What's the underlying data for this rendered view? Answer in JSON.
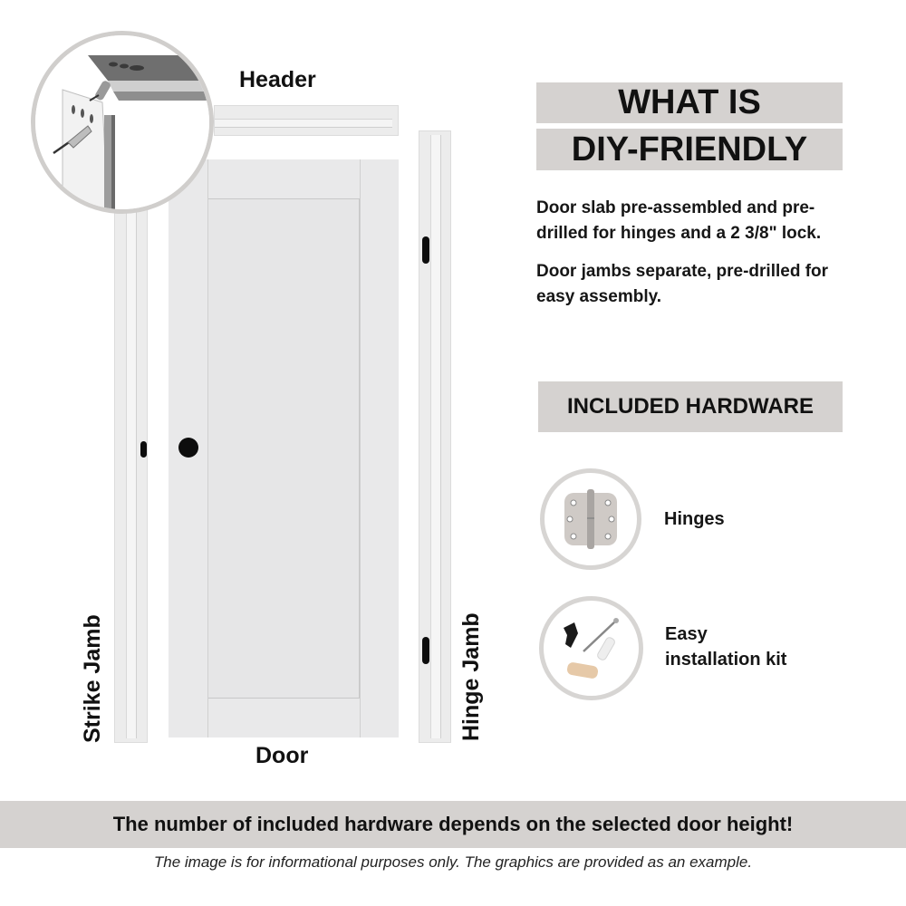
{
  "diagram": {
    "labels": {
      "header": "Header",
      "door": "Door",
      "strike_jamb": "Strike Jamb",
      "hinge_jamb": "Hinge Jamb"
    },
    "detail_icon": "jamb-assembly-detail-icon"
  },
  "info": {
    "title_line1": "WHAT IS",
    "title_line2": "DIY-FRIENDLY",
    "paragraphs": [
      "Door slab pre-assembled and pre-drilled for hinges and a 2 3/8\" lock.",
      "Door jambs separate, pre-drilled for easy assembly."
    ]
  },
  "hardware": {
    "title": "INCLUDED HARDWARE",
    "items": [
      {
        "label": "Hinges",
        "icon": "hinge-icon"
      },
      {
        "label_line1": "Easy",
        "label_line2": "installation kit",
        "icon": "installation-kit-icon"
      }
    ]
  },
  "footer": {
    "notice": "The number of included hardware depends on the selected door height!",
    "disclaimer": "The image is for informational purposes only. The graphics are provided as an example."
  },
  "colors": {
    "banner_bg": "#d5d2d0",
    "circle_border": "#d7d5d3",
    "text": "#111111"
  }
}
